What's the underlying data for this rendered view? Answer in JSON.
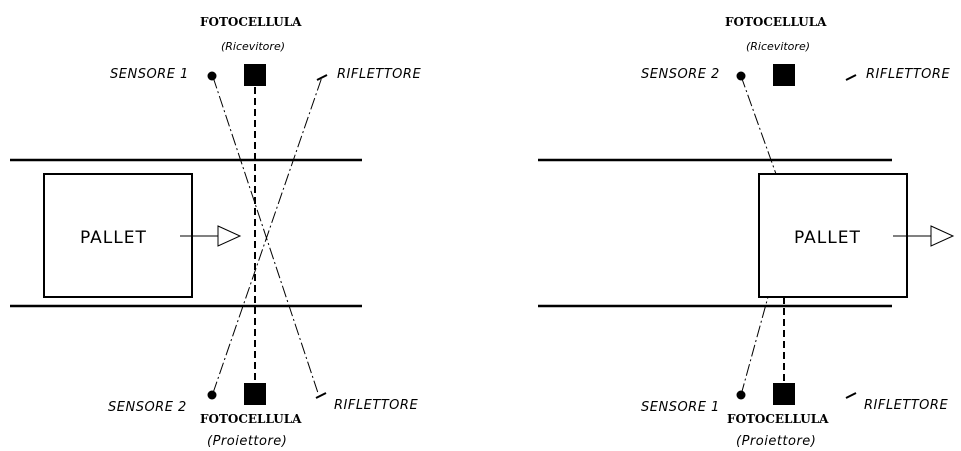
{
  "left": {
    "top_fotocellula": "FOTOCELLULA",
    "top_role": "(Ricevitore)",
    "top_sensor": "SENSORE 1",
    "top_reflector": "RIFLETTORE",
    "pallet": "PALLET",
    "bottom_sensor": "SENSORE 2",
    "bottom_fotocellula": "FOTOCELLULA",
    "bottom_role": "(Proiettore)",
    "bottom_reflector": "RIFLETTORE"
  },
  "right": {
    "top_fotocellula": "FOTOCELLULA",
    "top_role": "(Ricevitore)",
    "top_sensor": "SENSORE 2",
    "top_reflector": "RIFLETTORE",
    "pallet": "PALLET",
    "bottom_sensor": "SENSORE 1",
    "bottom_fotocellula": "FOTOCELLULA",
    "bottom_role": "(Proiettore)",
    "bottom_reflector": "RIFLETTORE"
  }
}
